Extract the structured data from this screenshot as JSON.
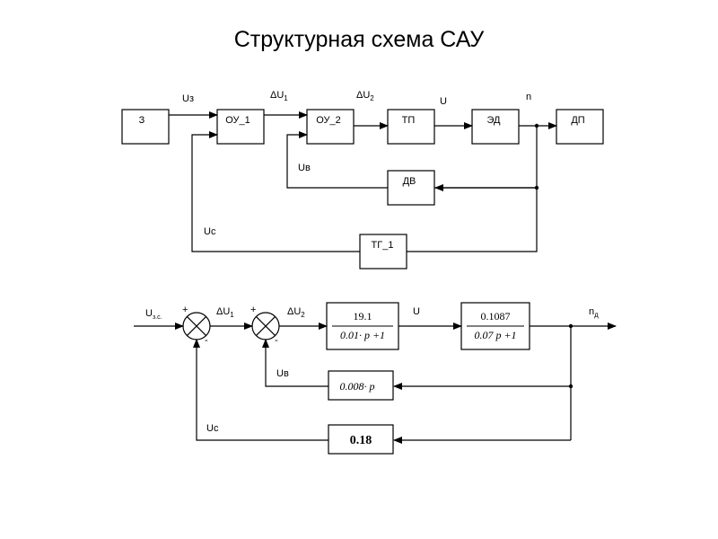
{
  "title": "Структурная схема САУ",
  "top_diagram": {
    "blocks": {
      "z": "З",
      "ou1": "ОУ_1",
      "ou2": "ОУ_2",
      "tp": "ТП",
      "ed": "ЭД",
      "dp": "ДП",
      "dv": "ДВ",
      "tg1": "ТГ_1"
    },
    "signals": {
      "uz": "Uз",
      "du1": "ΔU",
      "du1_sub": "1",
      "du2": "ΔU",
      "du2_sub": "2",
      "u": "U",
      "n": "n",
      "uv": "Uв",
      "uc": "Uс"
    }
  },
  "bottom_diagram": {
    "blocks": {
      "w1_num": "19.1",
      "w1_den": "0.01· p +1",
      "w2_num": "0.1087",
      "w2_den": "0.07 p +1",
      "w3": "0.008· p",
      "w4": "0.18"
    },
    "signals": {
      "uzs": "U",
      "uzs_sub": "з.с.",
      "du1": "ΔU",
      "du1_sub": "1",
      "du2": "ΔU",
      "du2_sub": "2",
      "u": "U",
      "nd": "n",
      "nd_sub": "д",
      "uv": "Uв",
      "uc": "Uс"
    },
    "signs": {
      "s1_top": "+",
      "s1_bottom": "-",
      "s2_top": "+",
      "s2_bottom": "-"
    }
  }
}
